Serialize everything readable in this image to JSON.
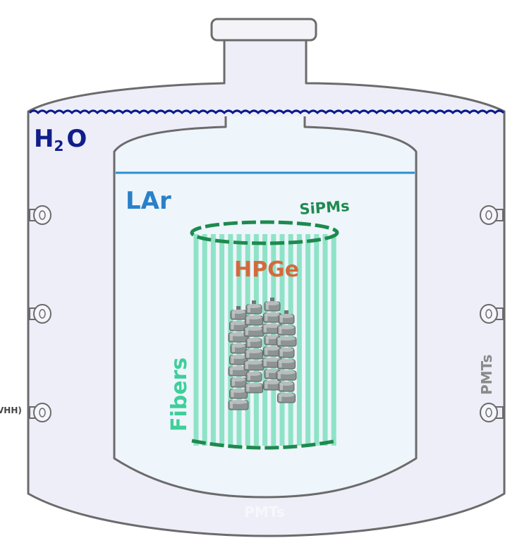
{
  "labels": {
    "water": "H",
    "water_sub": "2",
    "water_o": "O",
    "argon": "LAr",
    "sipms": "SiPMs",
    "detectors": "HPGe",
    "fibers": "Fibers",
    "pmts": "PMTs",
    "pmts_bottom": "PMTs",
    "cut_off_left": "VHH)"
  },
  "colors": {
    "outline": "#6b6b6b",
    "tank_fill": "#eeeef9",
    "inner_fill": "#eef5fb",
    "water_line": "#0a1a8c",
    "water_text": "#101e8a",
    "lar_line": "#2a8fd0",
    "lar_text": "#2a80c8",
    "sipm_green": "#1e8a4e",
    "fiber": "#8ee3c6",
    "hpge_text": "#d36a3e",
    "detector": "#8d9493",
    "pmt_text": "#8a8a8a"
  }
}
